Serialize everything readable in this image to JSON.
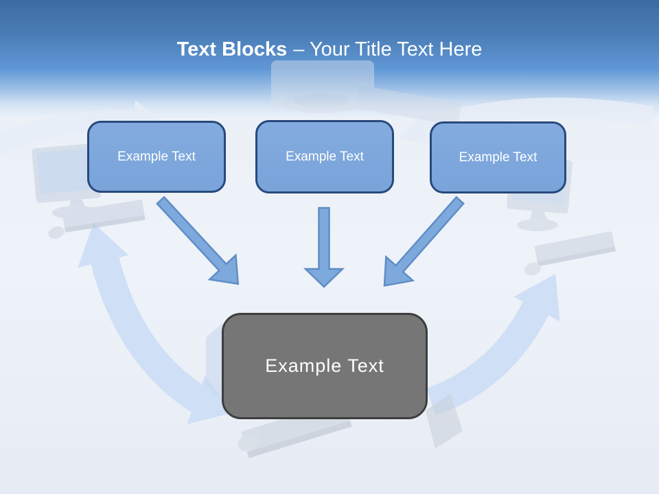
{
  "slide": {
    "header": {
      "title_bold": "Text Blocks",
      "title_rest": "– Your Title Text Here"
    },
    "blocks": {
      "top": [
        {
          "id": "top-1",
          "label": "Example Text"
        },
        {
          "id": "top-2",
          "label": "Example Text"
        },
        {
          "id": "top-3",
          "label": "Example Text"
        }
      ],
      "center": {
        "label": "Example Text"
      }
    },
    "colors": {
      "header_gradient_top": "#3c6ba2",
      "header_gradient_mid": "#5f97d6",
      "body_background": "#eef2f9",
      "title_text": "#ffffff",
      "block_fill": "#7ea9dd",
      "block_border": "#27497c",
      "block_text": "#ffffff",
      "connector_arrow_fill": "#7ea9dd",
      "connector_arrow_stroke": "#5f8dc5",
      "center_block_fill": "#767676",
      "center_block_border": "#3d3d3d",
      "center_block_text": "#ffffff",
      "ghost_cycle_arrow": "#cfdff5",
      "ghost_cycle_arrow_light": "#e7edf7",
      "ghost_hardware": "#ccd5e1"
    }
  }
}
